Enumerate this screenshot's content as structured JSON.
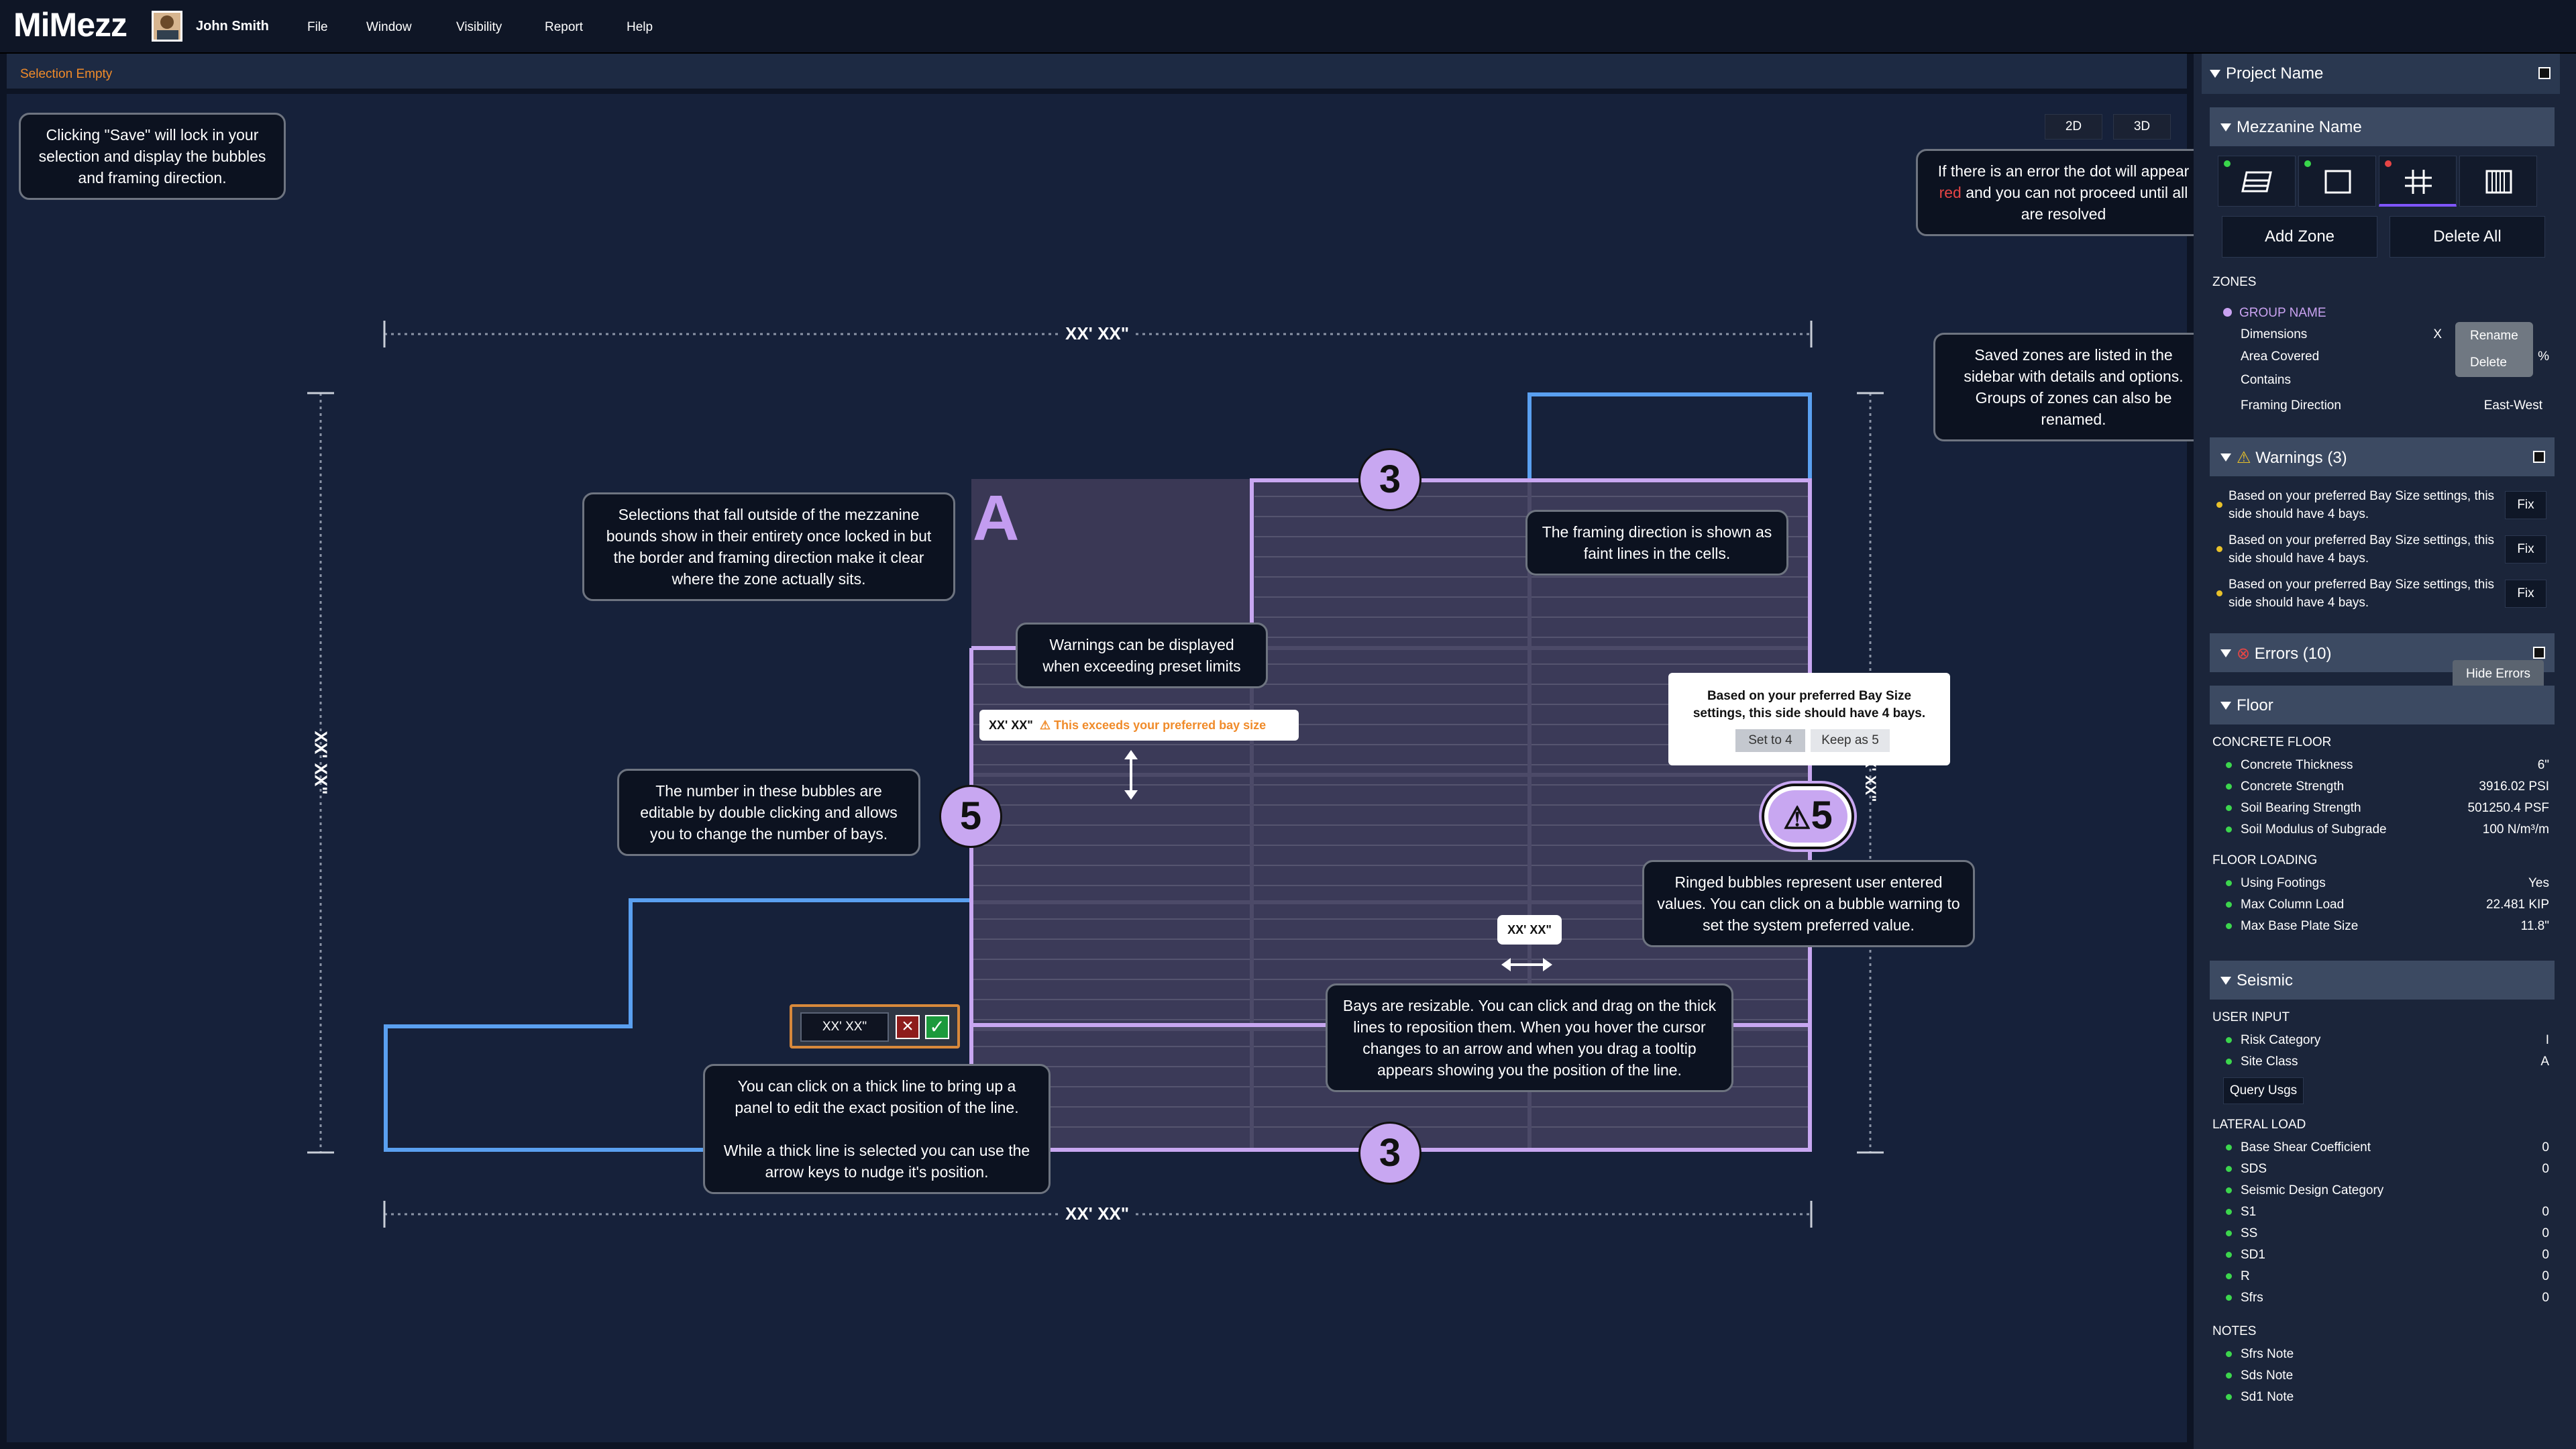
{
  "app": {
    "logo": "MiMezz",
    "user": "John Smith"
  },
  "menu": [
    "File",
    "Window",
    "Visibility",
    "Report",
    "Help"
  ],
  "status": "Selection Empty",
  "view_buttons": [
    "2D",
    "3D"
  ],
  "canvas": {
    "zone_label": "A",
    "dim_top": "XX' XX\"",
    "dim_bottom": "XX' XX\"",
    "dim_left": "XX' XX\"",
    "dim_right": "XX' XX\"",
    "bubble_top": "3",
    "bubble_bottom": "3",
    "bubble_left": "5",
    "bubble_right": "5",
    "warning_dim": "XX' XX\"",
    "warning_text": "This exceeds your preferred bay size",
    "drag_tooltip": "XX' XX\"",
    "edit_value": "XX' XX\"",
    "suggest_text": "Based on your preferred Bay Size settings, this side should have 4 bays.",
    "suggest_btn1": "Set to 4",
    "suggest_btn2": "Keep as 5"
  },
  "tips": {
    "save": "Clicking \"Save\" will lock in your selection and display the bubbles and framing direction.",
    "error_pre": "If there is an error the dot will appear ",
    "error_red": "red",
    "error_post": " and you can not proceed until all are resolved",
    "saved": "Saved zones are listed in the sidebar with details and options. Groups of zones can also be renamed.",
    "outside": "Selections that fall outside of the mezzanine bounds show in their entirety once locked in but the border and framing direction make it clear where the zone actually sits.",
    "framing": "The framing direction is shown as faint lines in the cells.",
    "warnings": "Warnings can be displayed when exceeding preset limits",
    "bubbles": "The number in these bubbles are editable by double clicking and allows you to change the number of bays.",
    "ringed": "Ringed bubbles represent user entered values. You can click on a bubble warning to set the system preferred value.",
    "resize": "Bays are resizable. You can click and drag on the thick lines to reposition them. When you hover the cursor changes to an arrow and when you drag a tooltip appears showing you the position of the line.",
    "thick1": "You can click on a thick line to bring up a panel to edit the exact position of the line.",
    "thick2": "While a thick line is selected you can use the arrow keys to nudge it's position."
  },
  "sidebar": {
    "project": "Project Name",
    "mezzanine": "Mezzanine Name",
    "add_zone": "Add Zone",
    "delete_all": "Delete All",
    "zones_label": "ZONES",
    "group_name": "GROUP NAME",
    "zone_rows": [
      {
        "label": "Dimensions",
        "value": "X"
      },
      {
        "label": "Area Covered",
        "value": "%"
      },
      {
        "label": "Contains",
        "value": ""
      },
      {
        "label": "Framing Direction",
        "value": "East-West"
      }
    ],
    "context_menu": [
      "Rename",
      "Delete"
    ],
    "warnings_title": "Warnings (3)",
    "warnings": [
      "Based on your preferred Bay Size settings, this side should have 4 bays.",
      "Based on your preferred Bay Size settings, this side should have 4 bays.",
      "Based on your preferred Bay Size settings, this side should have 4 bays."
    ],
    "fix_label": "Fix",
    "errors_title": "Errors (10)",
    "hide_errors": "Hide Errors",
    "floor_title": "Floor",
    "concrete_floor": "CONCRETE FLOOR",
    "floor_rows": [
      {
        "label": "Concrete Thickness",
        "value": "6\""
      },
      {
        "label": "Concrete Strength",
        "value": "3916.02 PSI"
      },
      {
        "label": "Soil Bearing Strength",
        "value": "501250.4 PSF"
      },
      {
        "label": "Soil Modulus of Subgrade",
        "value": "100 N/m³/m"
      }
    ],
    "floor_loading": "FLOOR LOADING",
    "loading_rows": [
      {
        "label": "Using Footings",
        "value": "Yes"
      },
      {
        "label": "Max Column Load",
        "value": "22.481 KIP"
      },
      {
        "label": "Max Base Plate Size",
        "value": "11.8\""
      }
    ],
    "seismic_title": "Seismic",
    "user_input": "USER INPUT",
    "seismic_input_rows": [
      {
        "label": "Risk Category",
        "value": "I"
      },
      {
        "label": "Site Class",
        "value": "A"
      }
    ],
    "query_btn": "Query Usgs",
    "lateral_load": "LATERAL LOAD",
    "lateral_rows": [
      {
        "label": "Base Shear Coefficient",
        "value": "0"
      },
      {
        "label": "SDS",
        "value": "0"
      },
      {
        "label": "Seismic Design Category",
        "value": ""
      },
      {
        "label": "S1",
        "value": "0"
      },
      {
        "label": "SS",
        "value": "0"
      },
      {
        "label": "SD1",
        "value": "0"
      },
      {
        "label": "R",
        "value": "0"
      },
      {
        "label": "Sfrs",
        "value": "0"
      }
    ],
    "notes": "NOTES",
    "notes_rows": [
      "Sfrs Note",
      "Sds Note",
      "Sd1 Note"
    ]
  },
  "colors": {
    "accent": "#c8a7f1",
    "blue": "#5aa0f0",
    "status": "#f08b2a",
    "ok": "#3cd64d",
    "warn": "#e8c12a",
    "error": "#e64545"
  }
}
